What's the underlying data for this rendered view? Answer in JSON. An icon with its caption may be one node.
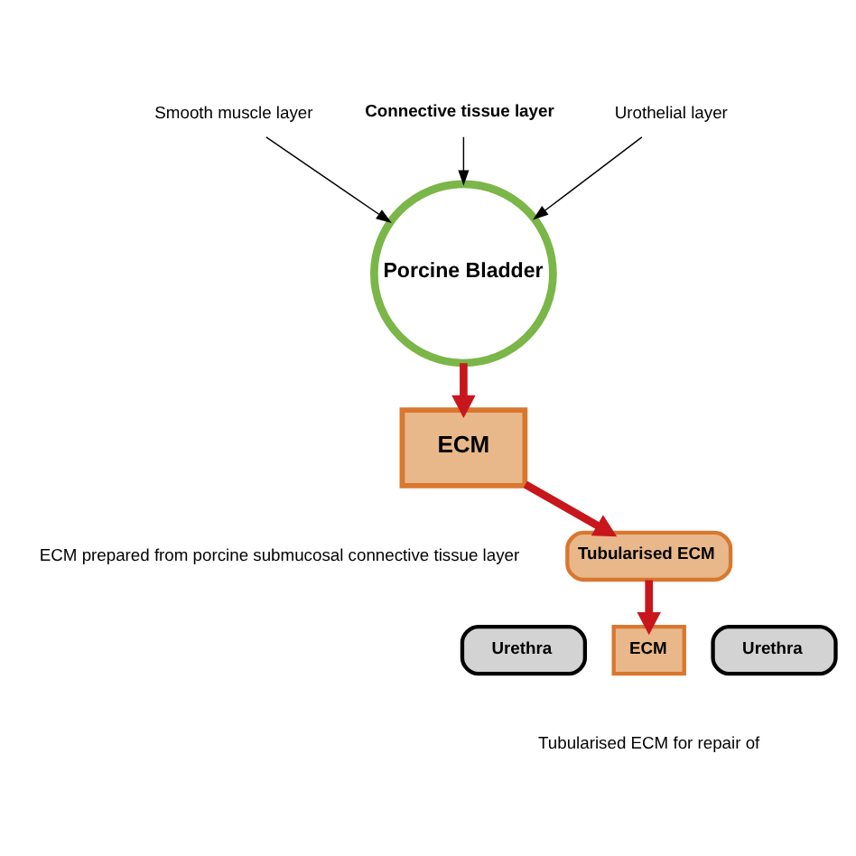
{
  "diagram": {
    "nodes": [
      {
        "text": [
          "Smooth muscle layer"
        ]
      },
      {
        "text": [
          "Connective tissue layer"
        ]
      },
      {
        "text": [
          "Urothelial layer"
        ]
      },
      {
        "text": [
          "Porcine Bladder"
        ]
      },
      {
        "text": [
          "ECM"
        ],
        "beside": [
          "ECM prepared from porcine submucosal connective tissue layer"
        ]
      },
      {
        "text": [
          "Tubularised ECM"
        ]
      },
      {
        "text": [
          "Urethra"
        ]
      },
      {
        "text": [
          "ECM"
        ],
        "beside": [
          "Tubularised ECM for repair of"
        ]
      },
      {
        "text": [
          "Urethra"
        ]
      }
    ],
    "edges": [
      {
        "from": 0,
        "to": 3,
        "arrow": "to"
      },
      {
        "from": 1,
        "to": 3,
        "arrow": "to"
      },
      {
        "from": 2,
        "to": 3,
        "arrow": "to"
      },
      {
        "from": 3,
        "to": 4,
        "arrow": "to",
        "style": "thick",
        "color": "#c8161d"
      },
      {
        "from": 4,
        "to": 5,
        "arrow": "to",
        "style": "thick",
        "color": "#c8161d"
      },
      {
        "from": 5,
        "to": 7,
        "arrow": "to",
        "style": "thick",
        "color": "#c8161d"
      }
    ]
  }
}
